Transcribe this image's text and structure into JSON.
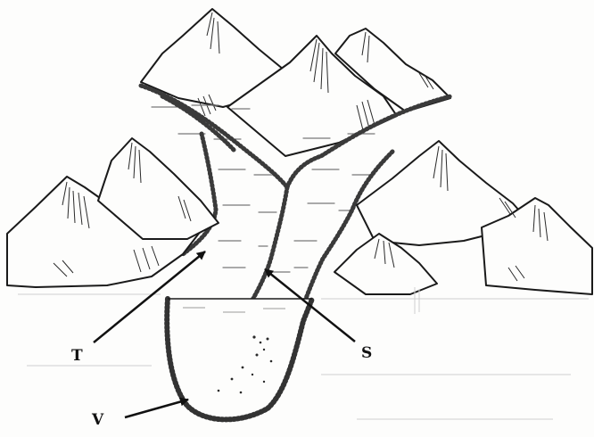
{
  "labels": {
    "t": "T",
    "s": "S",
    "v": "V"
  },
  "colors": {
    "ink": "#1a1a1a",
    "paper": "#fdfdfc",
    "moraine": "#3a3a3a"
  }
}
